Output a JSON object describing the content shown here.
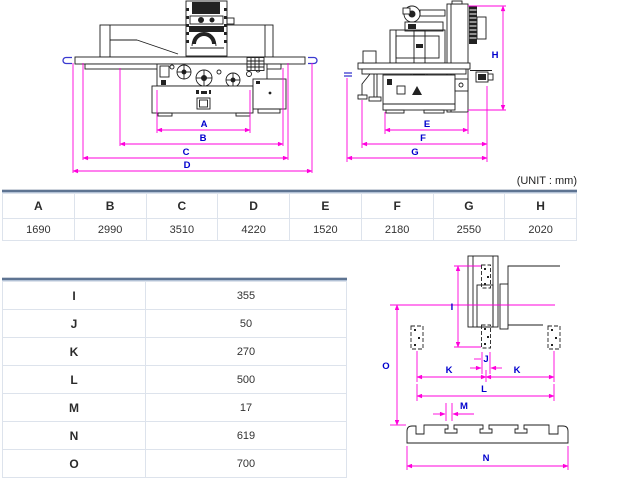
{
  "unit_note": "(UNIT : mm)",
  "colors": {
    "dimension_line": "#ff00dc",
    "dimension_label": "#0000cd",
    "drawing_line": "#1c1c1c",
    "table_band_dark": "#5e7492",
    "table_band_light": "#b2c1d5",
    "table_grid": "#dde3ec"
  },
  "top_table": {
    "headers": [
      "A",
      "B",
      "C",
      "D",
      "E",
      "F",
      "G",
      "H"
    ],
    "values": [
      "1690",
      "2990",
      "3510",
      "4220",
      "1520",
      "2180",
      "2550",
      "2020"
    ]
  },
  "side_table": {
    "rows": [
      {
        "label": "I",
        "value": "355"
      },
      {
        "label": "J",
        "value": "50"
      },
      {
        "label": "K",
        "value": "270"
      },
      {
        "label": "L",
        "value": "500"
      },
      {
        "label": "M",
        "value": "17"
      },
      {
        "label": "N",
        "value": "619"
      },
      {
        "label": "O",
        "value": "700"
      }
    ]
  },
  "front_view": {
    "labels": {
      "a": "A",
      "b": "B",
      "c": "C",
      "d": "D"
    }
  },
  "side_view": {
    "labels": {
      "e": "E",
      "f": "F",
      "g": "G",
      "h": "H"
    }
  },
  "foundation_view": {
    "labels": {
      "i": "I",
      "j": "J",
      "k_left": "K",
      "k_right": "K",
      "l": "L",
      "m": "M",
      "n": "N",
      "o": "O"
    }
  }
}
